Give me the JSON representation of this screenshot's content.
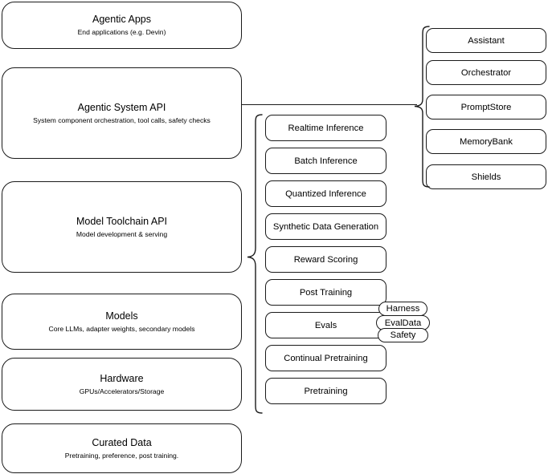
{
  "diagram": {
    "title": "Llama Stack architecture layers",
    "stroke_color": "#1a1a1a",
    "background_color": "#ffffff"
  },
  "layers": [
    {
      "name": "agentic-apps",
      "title": "Agentic Apps",
      "subtitle": "End applications (e.g. Devin)"
    },
    {
      "name": "agentic-system-api",
      "title": "Agentic System API",
      "subtitle": "System component orchestration, tool calls, safety checks"
    },
    {
      "name": "model-toolchain-api",
      "title": "Model Toolchain API",
      "subtitle": "Model development & serving"
    },
    {
      "name": "models",
      "title": "Models",
      "subtitle": "Core LLMs, adapter weights, secondary models"
    },
    {
      "name": "hardware",
      "title": "Hardware",
      "subtitle": "GPUs/Accelerators/Storage"
    },
    {
      "name": "curated-data",
      "title": "Curated Data",
      "subtitle": "Pretraining, preference, post training."
    }
  ],
  "toolchain_capabilities": [
    {
      "name": "realtime-inference",
      "label": "Realtime Inference"
    },
    {
      "name": "batch-inference",
      "label": "Batch Inference"
    },
    {
      "name": "quantized-inference",
      "label": "Quantized Inference"
    },
    {
      "name": "synthetic-data-generation",
      "label": "Synthetic Data Generation"
    },
    {
      "name": "reward-scoring",
      "label": "Reward Scoring"
    },
    {
      "name": "post-training",
      "label": "Post Training"
    },
    {
      "name": "evals",
      "label": "Evals"
    },
    {
      "name": "continual-pretraining",
      "label": "Continual Pretraining"
    },
    {
      "name": "pretraining",
      "label": "Pretraining"
    }
  ],
  "eval_subcomponents": [
    {
      "name": "harness",
      "label": "Harness"
    },
    {
      "name": "evaldata",
      "label": "EvalData"
    },
    {
      "name": "safety",
      "label": "Safety"
    }
  ],
  "system_components": [
    {
      "name": "assistant",
      "label": "Assistant"
    },
    {
      "name": "orchestrator",
      "label": "Orchestrator"
    },
    {
      "name": "promptstore",
      "label": "PromptStore"
    },
    {
      "name": "memorybank",
      "label": "MemoryBank"
    },
    {
      "name": "shields",
      "label": "Shields"
    }
  ]
}
